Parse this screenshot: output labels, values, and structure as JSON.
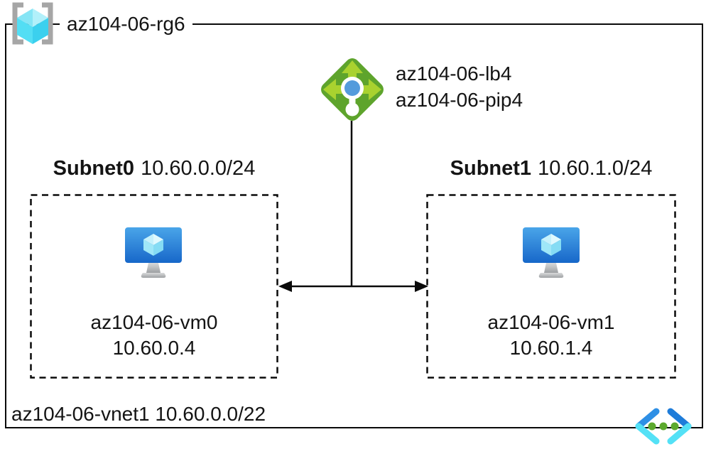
{
  "resource_group": {
    "name": "az104-06-rg6",
    "icon": "resource-group-icon"
  },
  "load_balancer": {
    "name": "az104-06-lb4",
    "public_ip": "az104-06-pip4",
    "icon": "load-balancer-icon"
  },
  "subnets": [
    {
      "name": "Subnet0",
      "address_range": "10.60.0.0/24",
      "icon": "virtual-machine-icon",
      "vm": {
        "name": "az104-06-vm0",
        "ip": "10.60.0.4"
      }
    },
    {
      "name": "Subnet1",
      "address_range": "10.60.1.0/24",
      "icon": "virtual-machine-icon",
      "vm": {
        "name": "az104-06-vm1",
        "ip": "10.60.1.4"
      }
    }
  ],
  "virtual_network": {
    "label": "az104-06-vnet1 10.60.0.0/22",
    "icon": "virtual-network-icon"
  },
  "colors": {
    "outline": "#0a0a0a",
    "rg_bracket_gray": "#a6a6a6",
    "rg_cube_cyan": "#50e6ff",
    "lb_diamond_green": "#5ea42c",
    "lb_arrow_green": "#a9d22f",
    "lb_dot_blue": "#549bdc",
    "vm_screen_blue_top": "#4aa5e9",
    "vm_screen_blue_bottom": "#1767c9",
    "vnet_chevron_blue": "#2488e4",
    "vnet_chevron_cyan": "#54e1f6",
    "vnet_dot_green": "#5ca92e"
  }
}
